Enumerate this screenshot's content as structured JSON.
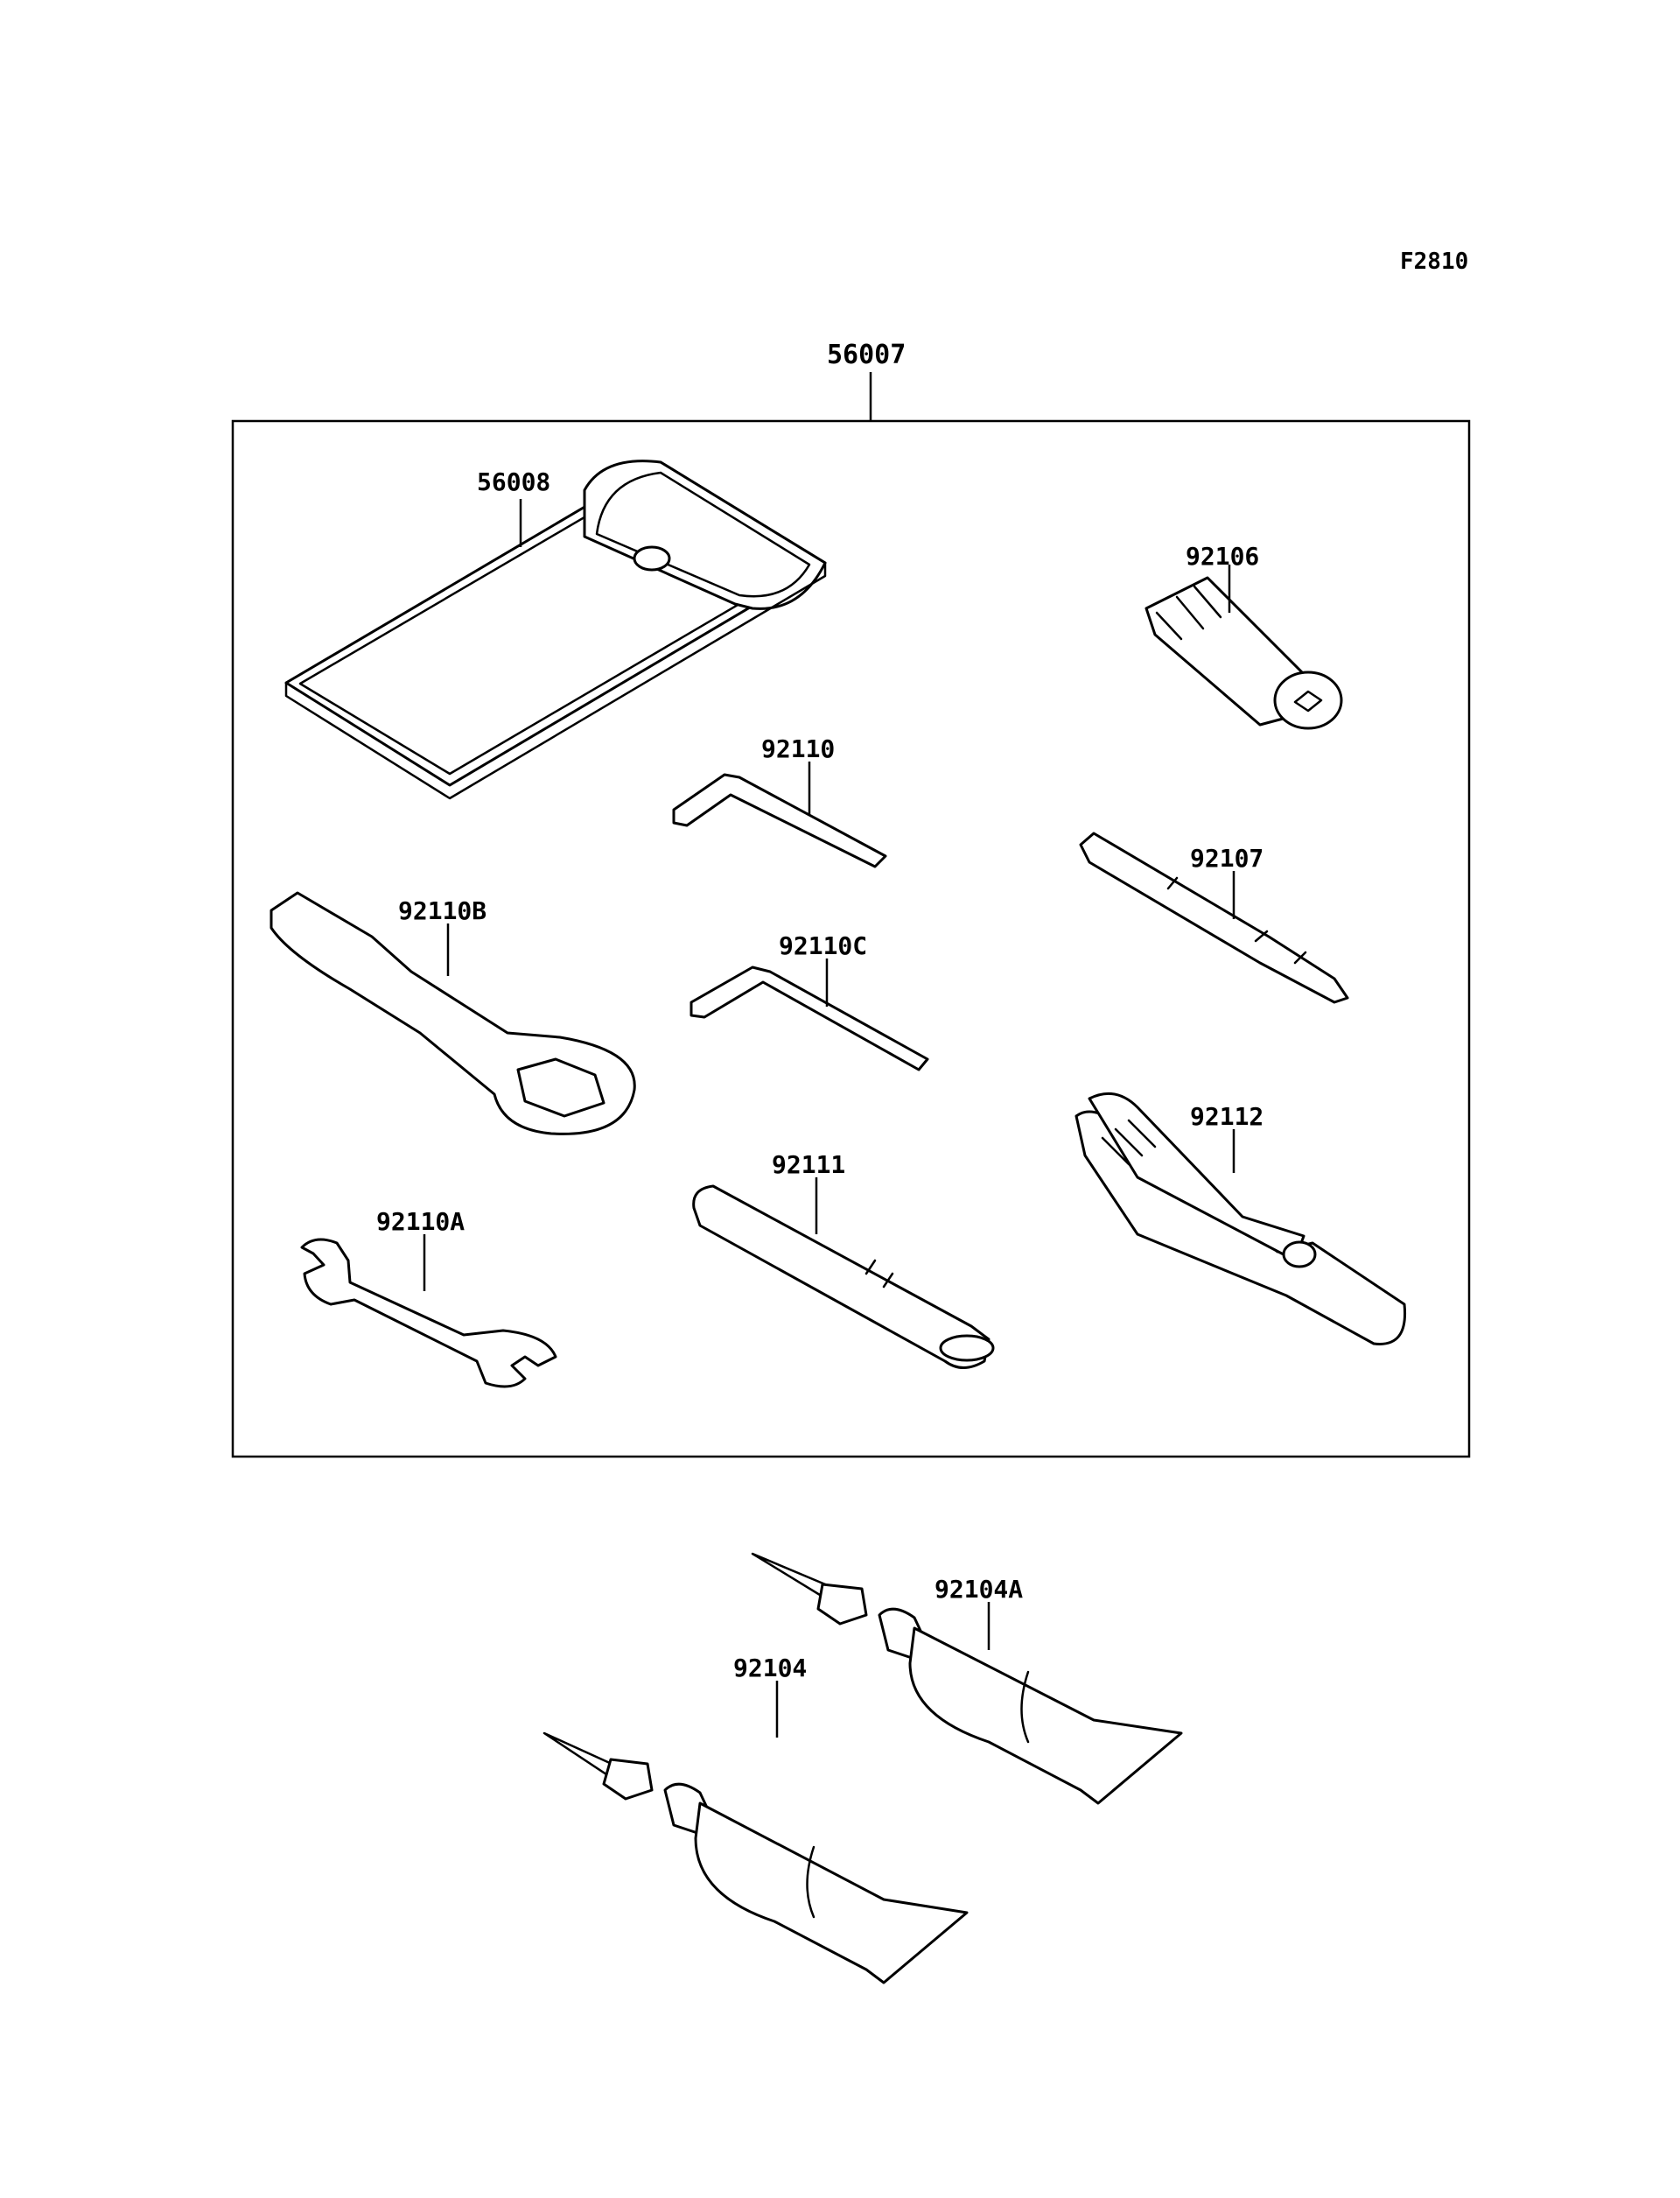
{
  "figure_code": "F2810",
  "assembly": {
    "part_number": "56007",
    "parts": [
      {
        "id": "56008",
        "icon": "tool-pouch-icon"
      },
      {
        "id": "92106",
        "icon": "spoke-wrench-icon"
      },
      {
        "id": "92110",
        "icon": "hex-key-icon"
      },
      {
        "id": "92107",
        "icon": "screwdriver-bit-icon"
      },
      {
        "id": "92110B",
        "icon": "ring-wrench-icon"
      },
      {
        "id": "92110C",
        "icon": "hex-key-long-icon"
      },
      {
        "id": "92112",
        "icon": "pliers-icon"
      },
      {
        "id": "92111",
        "icon": "extension-bar-icon"
      },
      {
        "id": "92110A",
        "icon": "open-end-wrench-icon"
      }
    ]
  },
  "loose_parts": [
    {
      "id": "92104A",
      "icon": "grease-tube-icon"
    },
    {
      "id": "92104",
      "icon": "grease-tube-icon"
    }
  ]
}
